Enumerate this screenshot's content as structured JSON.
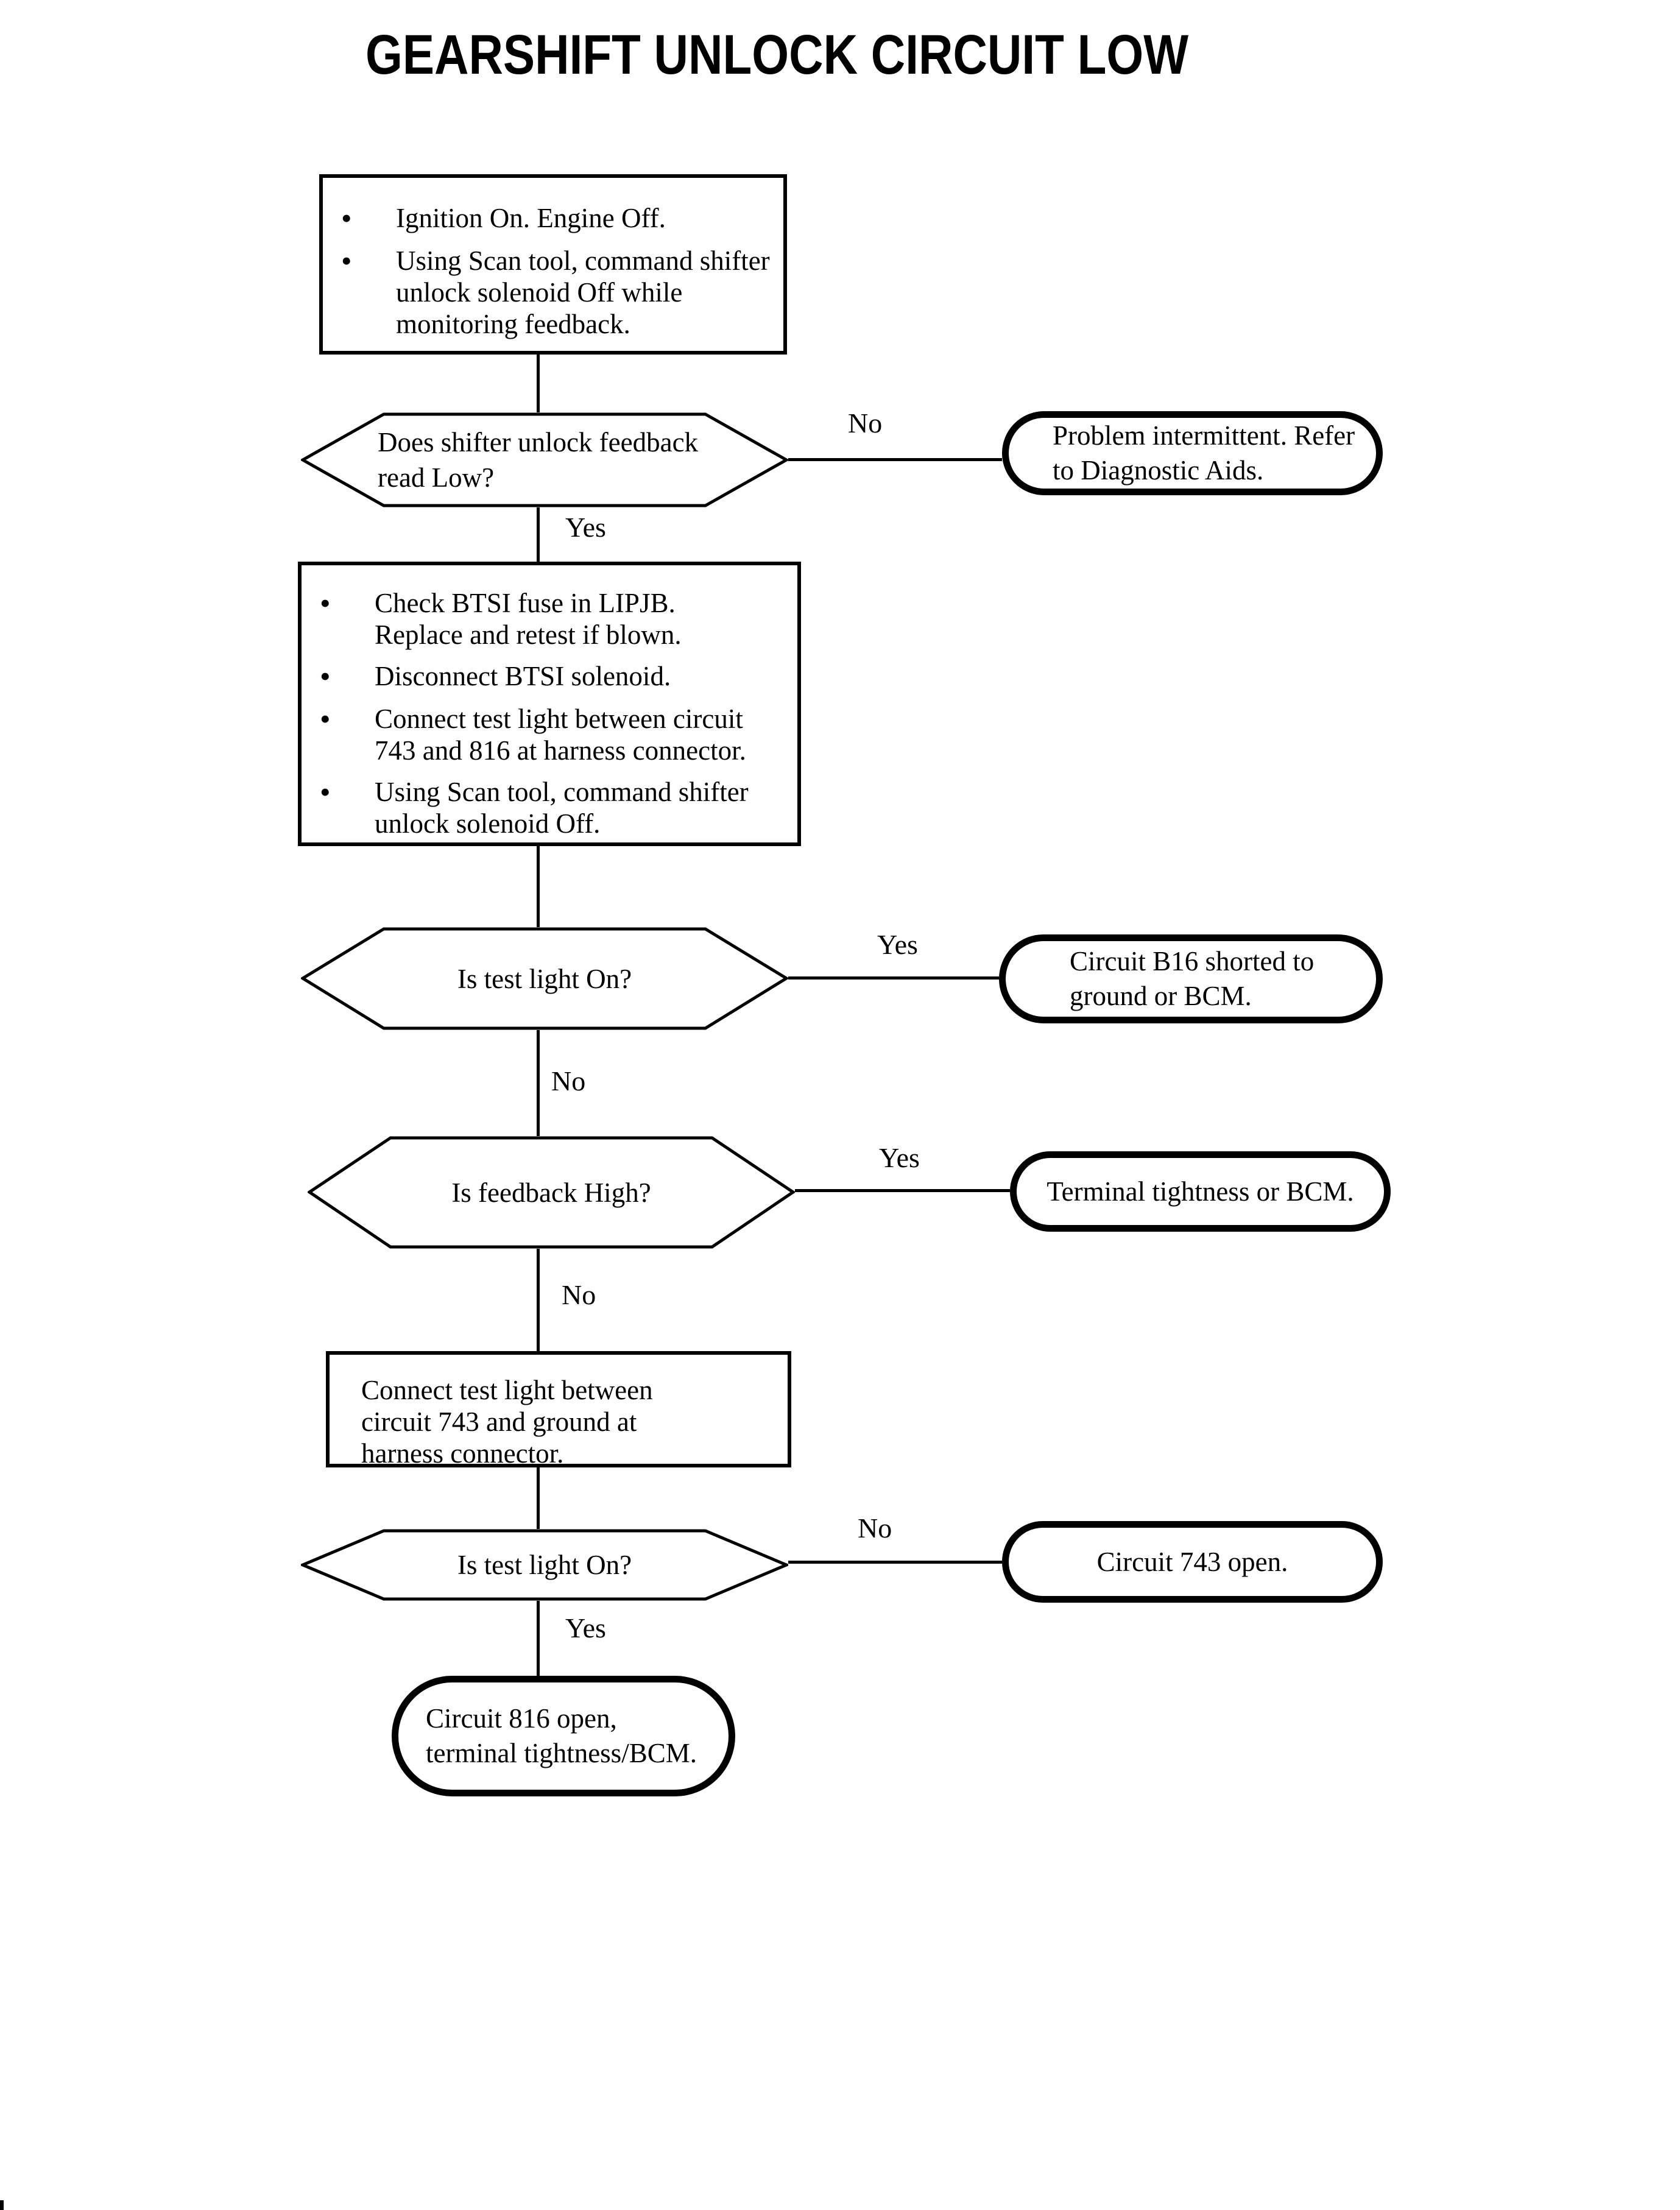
{
  "title": "GEARSHIFT UNLOCK CIRCUIT LOW",
  "flowchart": {
    "step1": {
      "bullets": [
        "Ignition On. Engine Off.",
        "Using Scan tool, command shifter unlock solenoid Off while monitoring feedback."
      ]
    },
    "decision1": {
      "question": "Does shifter unlock feedback read Low?",
      "no_label": "No",
      "yes_label": "Yes"
    },
    "result_intermittent": "Problem intermittent. Refer to Diagnostic Aids.",
    "step2": {
      "bullets": [
        "Check BTSI fuse in LIPJB. Replace and retest if blown.",
        "Disconnect BTSI solenoid.",
        "Connect test light between circuit 743 and 816 at harness connector.",
        "Using Scan tool, command shifter unlock solenoid Off."
      ]
    },
    "decision2": {
      "question": "Is test light On?",
      "yes_label": "Yes",
      "no_label": "No"
    },
    "result_b16_short": "Circuit B16 shorted to ground or BCM.",
    "decision3": {
      "question": "Is feedback High?",
      "yes_label": "Yes",
      "no_label": "No"
    },
    "result_terminal_tightness": "Terminal tightness or BCM.",
    "step3": {
      "text": "Connect test light between circuit 743 and ground at harness connector."
    },
    "decision4": {
      "question": "Is test light On?",
      "no_label": "No",
      "yes_label": "Yes"
    },
    "result_743_open": "Circuit 743 open.",
    "result_816_open": "Circuit 816 open, terminal tightness/BCM."
  }
}
